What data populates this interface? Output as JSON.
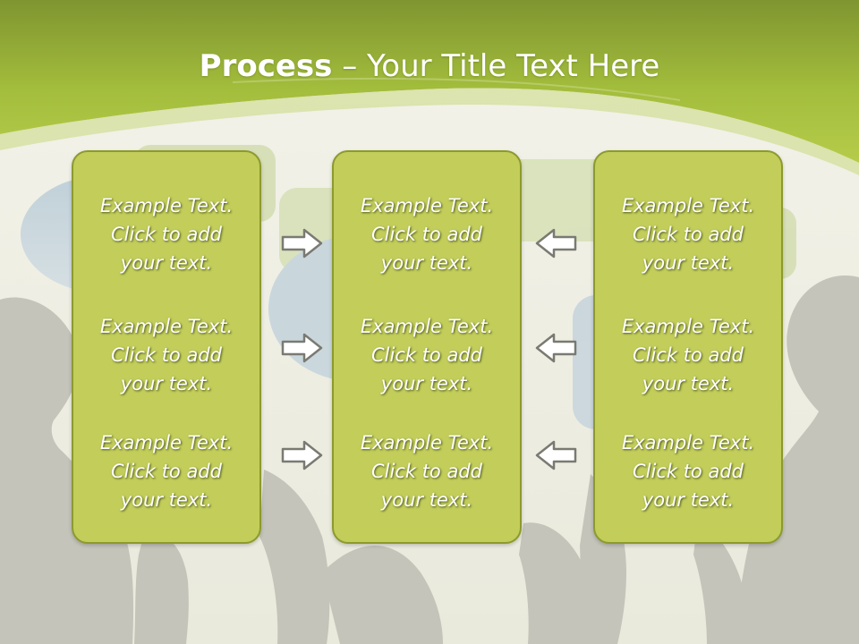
{
  "title": {
    "bold": "Process",
    "separator": " – ",
    "rest": "Your Title Text Here"
  },
  "columns": [
    {
      "items": [
        {
          "l1": "Example Text.",
          "l2": "Click  to add",
          "l3": "your text."
        },
        {
          "l1": "Example Text.",
          "l2": "Click  to add",
          "l3": "your text."
        },
        {
          "l1": "Example Text.",
          "l2": "Click  to add",
          "l3": "your text."
        }
      ]
    },
    {
      "items": [
        {
          "l1": "Example Text.",
          "l2": "Click  to add",
          "l3": "your text."
        },
        {
          "l1": "Example Text.",
          "l2": "Click  to add",
          "l3": "your text."
        },
        {
          "l1": "Example Text.",
          "l2": "Click  to add",
          "l3": "your text."
        }
      ]
    },
    {
      "items": [
        {
          "l1": "Example Text.",
          "l2": "Click  to add",
          "l3": "your text."
        },
        {
          "l1": "Example Text.",
          "l2": "Click  to add",
          "l3": "your text."
        },
        {
          "l1": "Example Text.",
          "l2": "Click  to add",
          "l3": "your text."
        }
      ]
    }
  ],
  "arrows": {
    "left_group": "arrow-right-icon",
    "right_group": "arrow-left-icon"
  },
  "colors": {
    "header_green": "#a9c43c",
    "box_fill": "#c2cd5a",
    "box_border": "#8c9a2e",
    "silhouette": "#c4c4ba"
  }
}
